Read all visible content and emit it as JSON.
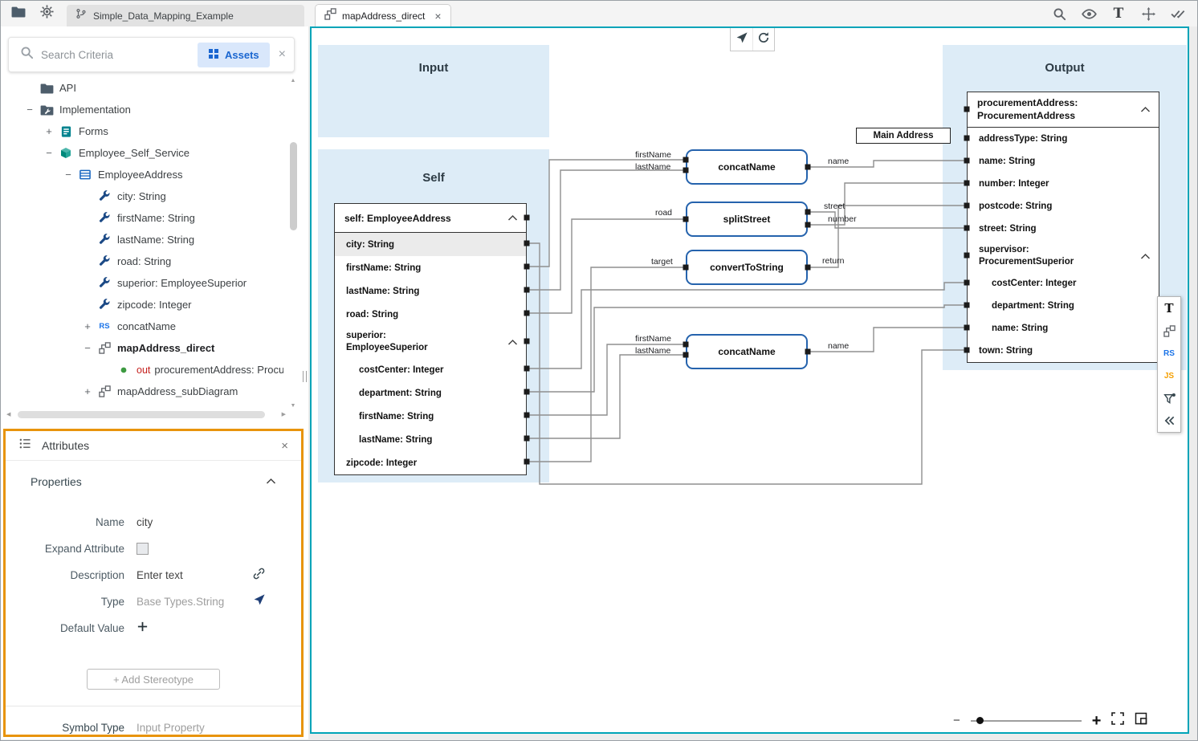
{
  "colors": {
    "canvas_teal": "#00a4b8",
    "highlight_orange": "#e8940c",
    "function_border": "#2563ad",
    "accent_blue": "#1a66d0"
  },
  "topbar": {
    "project_tab": "Simple_Data_Mapping_Example",
    "right_icons": [
      {
        "name": "search-icon",
        "icon": "search"
      },
      {
        "name": "eye-icon",
        "icon": "eye"
      },
      {
        "name": "text-tool-icon",
        "icon": "serifT"
      },
      {
        "name": "pan-icon",
        "icon": "pan"
      },
      {
        "name": "double-check-icon",
        "icon": "dblcheck"
      }
    ]
  },
  "sidebar": {
    "search_placeholder": "Search Criteria",
    "assets_button": "Assets",
    "tree": [
      {
        "level": 0,
        "expander": "",
        "icon": "folder",
        "label": "API"
      },
      {
        "level": 0,
        "expander": "-",
        "icon": "implfolder",
        "label": "Implementation"
      },
      {
        "level": 1,
        "expander": "+",
        "icon": "forms",
        "label": "Forms"
      },
      {
        "level": 1,
        "expander": "-",
        "icon": "service",
        "label": "Employee_Self_Service"
      },
      {
        "level": 2,
        "expander": "-",
        "icon": "entity",
        "label": "EmployeeAddress"
      },
      {
        "level": 3,
        "expander": "",
        "icon": "wrench",
        "label": "city: String"
      },
      {
        "level": 3,
        "expander": "",
        "icon": "wrench",
        "label": "firstName: String"
      },
      {
        "level": 3,
        "expander": "",
        "icon": "wrench",
        "label": "lastName: String"
      },
      {
        "level": 3,
        "expander": "",
        "icon": "wrench",
        "label": "road: String"
      },
      {
        "level": 3,
        "expander": "",
        "icon": "wrench",
        "label": "superior: EmployeeSuperior"
      },
      {
        "level": 3,
        "expander": "",
        "icon": "wrench",
        "label": "zipcode: Integer"
      },
      {
        "level": 3,
        "expander": "+",
        "icon": "rs",
        "label": "concatName"
      },
      {
        "level": 3,
        "expander": "-",
        "icon": "diagram",
        "label": "mapAddress_direct",
        "bold": true
      },
      {
        "level": 4,
        "expander": "",
        "icon": "outdot",
        "prefix": "out",
        "label": "procurementAddress: Procu"
      },
      {
        "level": 3,
        "expander": "+",
        "icon": "diagram",
        "label": "mapAddress_subDiagram"
      }
    ]
  },
  "attributes": {
    "title": "Attributes",
    "section_title": "Properties",
    "name_label": "Name",
    "name_value": "city",
    "expand_label": "Expand Attribute",
    "description_label": "Description",
    "description_value": "Enter text",
    "type_label": "Type",
    "type_value": "Base Types.String",
    "default_value_label": "Default Value",
    "add_stereotype": "+ Add Stereotype",
    "symbol_type_label": "Symbol Type",
    "symbol_type_value": "Input Property"
  },
  "canvas": {
    "tab_label": "mapAddress_direct",
    "regions": {
      "input": "Input",
      "self": "Self",
      "output": "Output"
    },
    "note_label": "Main Address",
    "self_node": {
      "title": "self: EmployeeAddress",
      "rows": [
        {
          "label": "city: String",
          "selected": true
        },
        {
          "label": "firstName: String"
        },
        {
          "label": "lastName: String"
        },
        {
          "label": "road: String"
        },
        {
          "label": "superior: EmployeeSuperior",
          "group": true
        },
        {
          "label": "costCenter: Integer",
          "indent": true
        },
        {
          "label": "department: String",
          "indent": true
        },
        {
          "label": "firstName: String",
          "indent": true
        },
        {
          "label": "lastName: String",
          "indent": true
        },
        {
          "label": "zipcode: Integer"
        }
      ]
    },
    "output_node": {
      "title": "procurementAddress: ProcurementAddress",
      "rows": [
        {
          "label": "addressType: String"
        },
        {
          "label": "name: String"
        },
        {
          "label": "number: Integer"
        },
        {
          "label": "postcode: String"
        },
        {
          "label": "street: String"
        },
        {
          "label": "supervisor: ProcurementSuperior",
          "group": true
        },
        {
          "label": "costCenter: Integer",
          "indent": true
        },
        {
          "label": "department: String",
          "indent": true
        },
        {
          "label": "name: String",
          "indent": true
        },
        {
          "label": "town: String"
        }
      ]
    },
    "functions": [
      {
        "label": "concatName"
      },
      {
        "label": "splitStreet"
      },
      {
        "label": "convertToString"
      },
      {
        "label": "concatName"
      }
    ],
    "wire_labels": [
      "firstName",
      "lastName",
      "name",
      "road",
      "street",
      "number",
      "target",
      "return",
      "firstName",
      "lastName",
      "name"
    ],
    "side_toolbar": [
      {
        "kind": "text",
        "label": "T",
        "serif": true
      },
      {
        "kind": "diagram",
        "name": "subdiagram-tool-icon"
      },
      {
        "kind": "text",
        "label": "RS",
        "color": "#1a73e8"
      },
      {
        "kind": "text",
        "label": "JS",
        "color": "#f59f00"
      },
      {
        "kind": "filter",
        "name": "filter-tool-icon"
      },
      {
        "kind": "collapseleft",
        "name": "collapse-toolbar-icon"
      }
    ]
  }
}
